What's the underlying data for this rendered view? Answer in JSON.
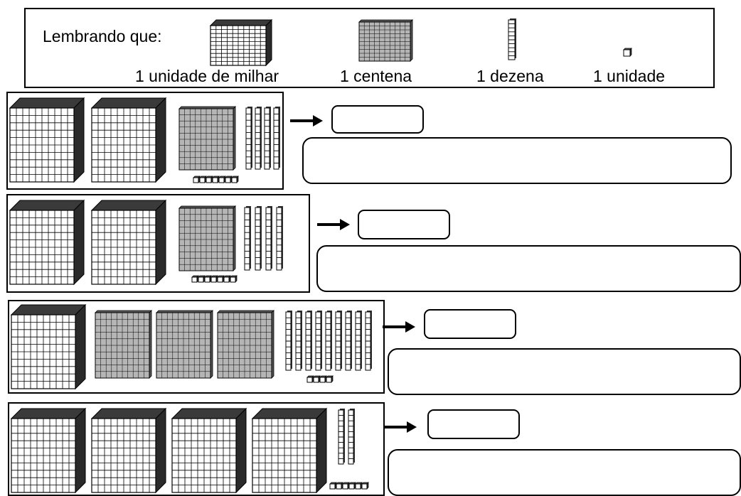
{
  "legend": {
    "title": "Lembrando que:",
    "thousand_label": "1 unidade de milhar",
    "hundred_label": "1 centena",
    "ten_label": "1 dezena",
    "unit_label": "1 unidade"
  },
  "exercises": [
    {
      "thousands": 2,
      "hundreds": 1,
      "tens": 4,
      "units": 7
    },
    {
      "thousands": 2,
      "hundreds": 1,
      "tens": 4,
      "units": 7
    },
    {
      "thousands": 1,
      "hundreds": 3,
      "tens": 9,
      "units": 4
    },
    {
      "thousands": 4,
      "hundreds": 0,
      "tens": 2,
      "units": 6
    }
  ],
  "colors": {
    "cube_top": "#3a3a3a",
    "cube_side": "#2a2a2a",
    "flat_fill": "#b5b5b5",
    "grid_line": "#000000"
  }
}
